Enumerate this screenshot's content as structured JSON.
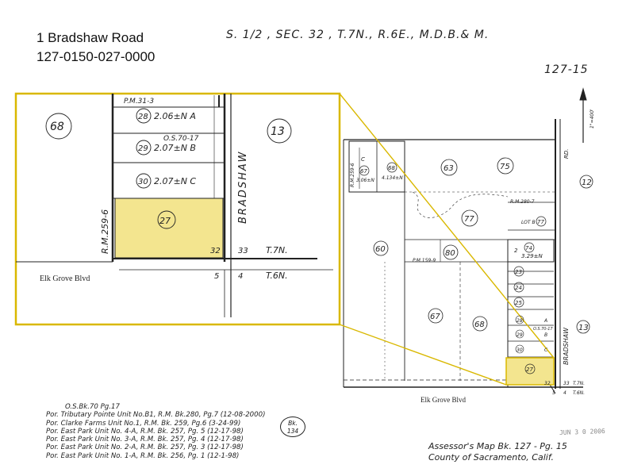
{
  "header": {
    "address": "1 Bradshaw Road",
    "parcel_number": "127-0150-027-0000",
    "sheet_title": "S. 1/2 , SEC. 32 , T.7N., R.6E., M.D.B.& M.",
    "page_ref": "127-15"
  },
  "colors": {
    "highlight_border": "#d9b800",
    "highlight_fill": "#f3e58f",
    "line": "#222222"
  },
  "inset": {
    "parcel_labels": [
      "68",
      "13",
      "28",
      "29",
      "30",
      "27"
    ],
    "lot_labels": [
      "2.06±N A",
      "2.07±N B",
      "2.07±N C"
    ],
    "survey_refs": [
      "P.M.31-3",
      "O.S.70-17",
      "R.M.259-6"
    ],
    "road": "BRADSHAW",
    "township_labels": [
      "T.7N.",
      "T.6N."
    ],
    "section_numbers": [
      "32",
      "33",
      "5",
      "4"
    ],
    "street": "Elk Grove Blvd"
  },
  "main_map": {
    "parcel_labels": [
      "63",
      "75",
      "12",
      "77",
      "60",
      "80",
      "67",
      "68",
      "13",
      "27",
      "28",
      "29",
      "30",
      "23",
      "24",
      "25"
    ],
    "lot_labels": [
      "C",
      "67",
      "3.06±N",
      "68",
      "4.134±N",
      "LOT B",
      "74",
      "3.29±N",
      "2",
      "A",
      "B",
      "C"
    ],
    "survey_refs": [
      "R.M.259-6",
      "P.M.159-9",
      "R.M.280-7",
      "O.S.70-17"
    ],
    "road": "BRADSHAW",
    "rd_label": "RD.",
    "township_labels": [
      "T.7N.",
      "T.6N."
    ],
    "section_numbers": [
      "32",
      "33",
      "5",
      "4"
    ],
    "street": "Elk Grove Blvd",
    "scale": "1\"=400'"
  },
  "legend": {
    "note": "O.S.Bk.70 Pg.17",
    "rows": [
      "Por. Tributary Pointe Unit No.B1, R.M. Bk.280, Pg.7 (12-08-2000)",
      "Por. Clarke Farms Unit No.1, R.M. Bk. 259, Pg.6  (3-24-99)",
      "Por. East Park Unit No. 4-A, R.M. Bk. 257, Pg. 5  (12-17-98)",
      "Por. East Park Unit No. 3-A, R.M. Bk. 257, Pg. 4  (12-17-98)",
      "Por. East Park Unit No. 2-A, R.M. Bk. 257, Pg. 3  (12-17-98)",
      "Por. East Park Unit No. 1-A, R.M. Bk. 256, Pg. 1  (12-1-98)"
    ],
    "book_label": "Bk.",
    "book_number": "134"
  },
  "footer": {
    "line1": "Assessor's Map Bk. 127 - Pg. 15",
    "line2": "County of Sacramento, Calif.",
    "stamp": "JUN 3 0 2006"
  }
}
